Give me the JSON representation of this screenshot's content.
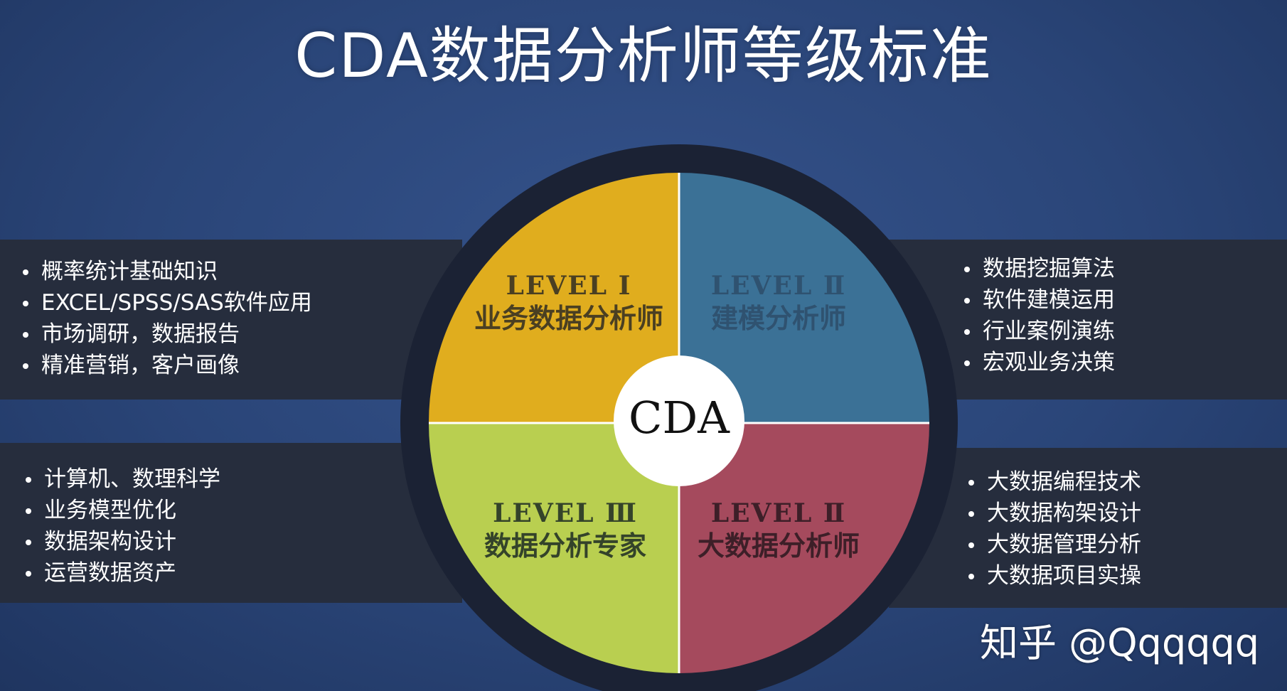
{
  "title": "CDA数据分析师等级标准",
  "center": "CDA",
  "colors": {
    "level1": "#e0ad1e",
    "level2_top": "#3b7196",
    "level3": "#b9cf50",
    "level2_bottom": "#a54a5d",
    "ring": "#1b2234",
    "band": "#262d3d"
  },
  "quadrants": {
    "top_left": {
      "level": "LEVEL Ⅰ",
      "name": "业务数据分析师"
    },
    "top_right": {
      "level": "LEVEL Ⅱ",
      "name": "建模分析师"
    },
    "bottom_left": {
      "level": "LEVEL Ⅲ",
      "name": "数据分析专家"
    },
    "bottom_right": {
      "level": "LEVEL Ⅱ",
      "name": "大数据分析师"
    }
  },
  "lists": {
    "top_left": [
      "概率统计基础知识",
      "EXCEL/SPSS/SAS软件应用",
      "市场调研，数据报告",
      "精准营销，客户画像"
    ],
    "bottom_left": [
      "计算机、数理科学",
      "业务模型优化",
      "数据架构设计",
      "运营数据资产"
    ],
    "top_right": [
      "数据挖掘算法",
      "软件建模运用",
      "行业案例演练",
      "宏观业务决策"
    ],
    "bottom_right": [
      "大数据编程技术",
      "大数据构架设计",
      "大数据管理分析",
      "大数据项目实操"
    ]
  },
  "watermark": "知乎 @Qqqqqq"
}
